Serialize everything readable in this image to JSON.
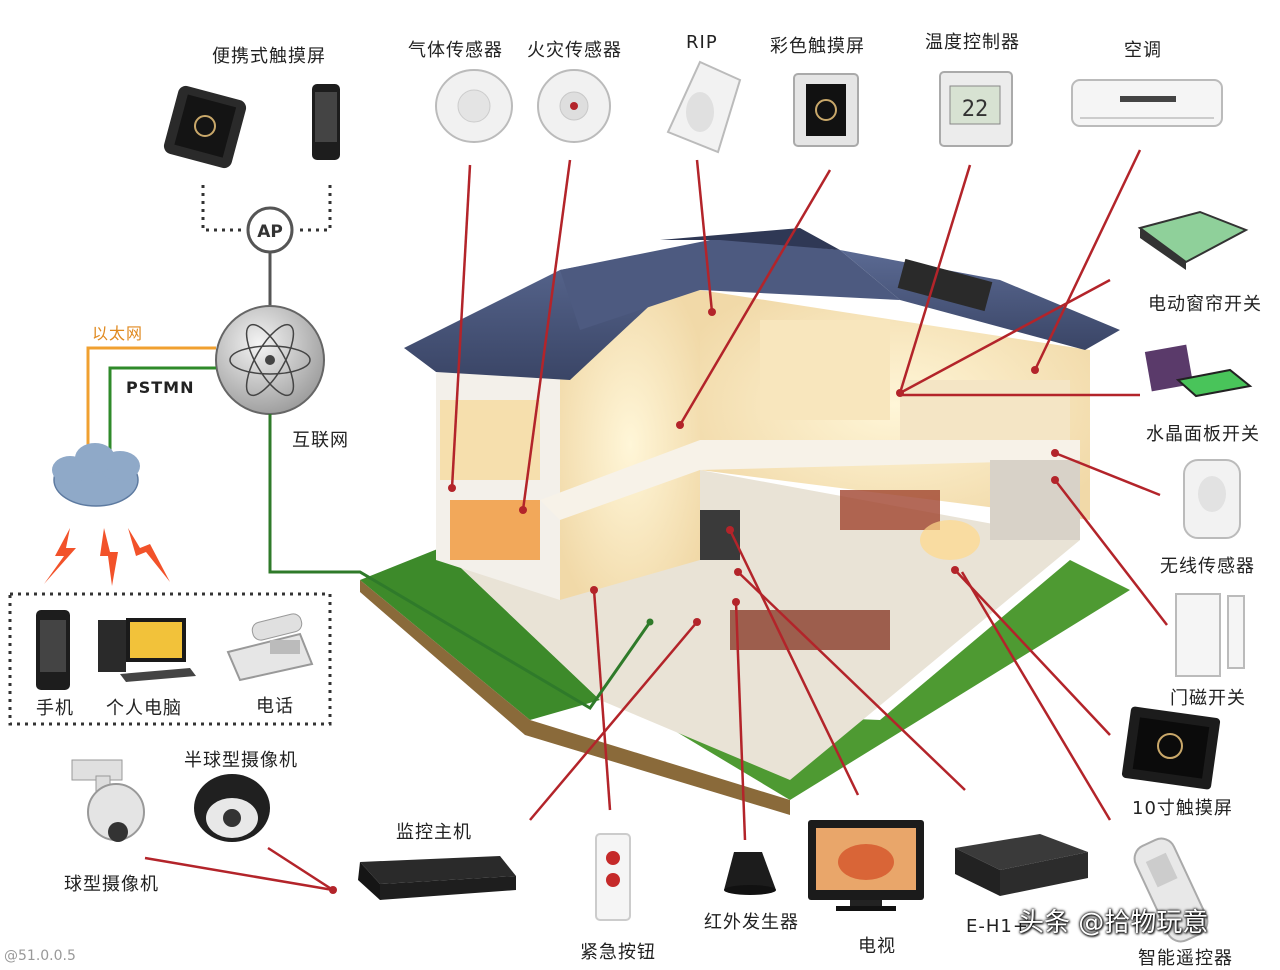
{
  "labels": {
    "portable_touch": "便携式触摸屏",
    "gas_sensor": "气体传感器",
    "fire_sensor": "火灾传感器",
    "rip": "RIP",
    "color_touch": "彩色触摸屏",
    "thermostat": "温度控制器",
    "ac": "空调",
    "curtain_switch": "电动窗帘开关",
    "crystal_switch": "水晶面板开关",
    "wireless_sensor": "无线传感器",
    "door_magnet": "门磁开关",
    "touch10": "10寸触摸屏",
    "remote": "智能遥控器",
    "ehi": "E-H1+",
    "tv": "电视",
    "ir_gen": "红外发生器",
    "panic": "紧急按钮",
    "monitor_host": "监控主机",
    "dome_cam": "半球型摄像机",
    "ball_cam": "球型摄像机",
    "phone_mobile": "手机",
    "pc": "个人电脑",
    "telephone": "电话",
    "ethernet": "以太网",
    "pstn": "PSTMN",
    "internet": "互联网",
    "ap": "AP",
    "thermo_display": "22"
  },
  "watermark": "头条 @拾物玩意",
  "watermark_bottom": "@51.0.0.5"
}
